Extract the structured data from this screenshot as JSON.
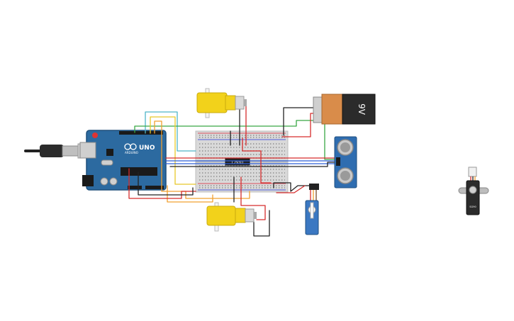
{
  "battery": {
    "label": "9V"
  },
  "arduino": {
    "brand": "UNO",
    "sublabel": "ARDUINO"
  },
  "chip": {
    "label": "L293D"
  },
  "servo_right": {
    "label": "SG90"
  },
  "colors": {
    "arduino_board": "#2c6aa0",
    "breadboard": "#d9d9d9",
    "motor_yellow": "#f2d21b",
    "battery_orange": "#d98c4a",
    "battery_black": "#2b2b2b",
    "sensor_blue": "#2f6db0",
    "servo_blue": "#3b78c2",
    "wire_red": "#d62c2c",
    "wire_black": "#222222",
    "wire_green": "#39a845",
    "wire_orange": "#f0a030",
    "wire_yellow": "#e8c82a",
    "wire_blue": "#2f5fd8",
    "wire_cyan": "#4fb5c8"
  },
  "icons": [
    "usb-cable-icon",
    "battery-icon",
    "ultrasonic-sensor-icon",
    "servo-icon",
    "dc-motor-icon"
  ]
}
